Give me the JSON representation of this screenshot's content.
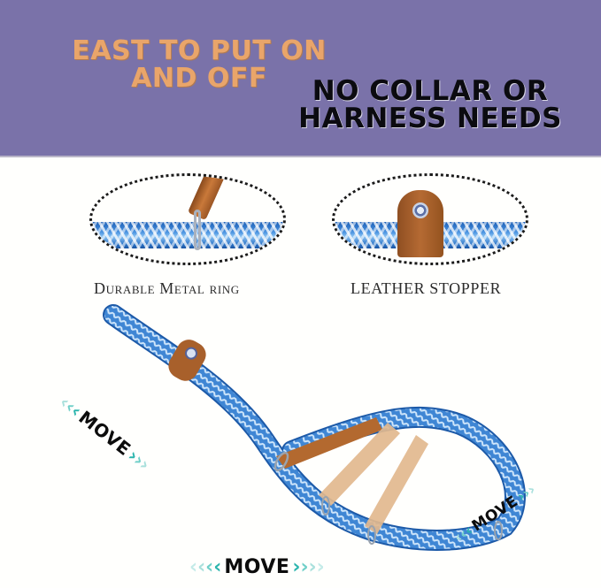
{
  "banner": {
    "background_color": "#7a72a9",
    "headline_left_lines": [
      "EAST TO PUT ON",
      "AND OFF"
    ],
    "headline_left_color": "#e9a56a",
    "headline_right_lines": [
      "NO COLLAR OR",
      "HARNESS NEEDS"
    ],
    "headline_right_color": "#0b0b10"
  },
  "details": [
    {
      "label": "Durable Metal ring",
      "icon": "metal-ring-closeup"
    },
    {
      "label": "LEATHER STOPPER",
      "icon": "leather-stopper-closeup"
    }
  ],
  "move_indicators": [
    {
      "label": "MOVE",
      "position": "left-diagonal"
    },
    {
      "label": "MOVE",
      "position": "bottom-horizontal"
    },
    {
      "label": "MOVE",
      "position": "right-diagonal"
    }
  ],
  "colors": {
    "rope_blue": "#3d86d6",
    "leather_brown": "#b06a34",
    "arrow_teal": "#2bb5ad",
    "arrow_teal_light": "#a9e0dc"
  }
}
